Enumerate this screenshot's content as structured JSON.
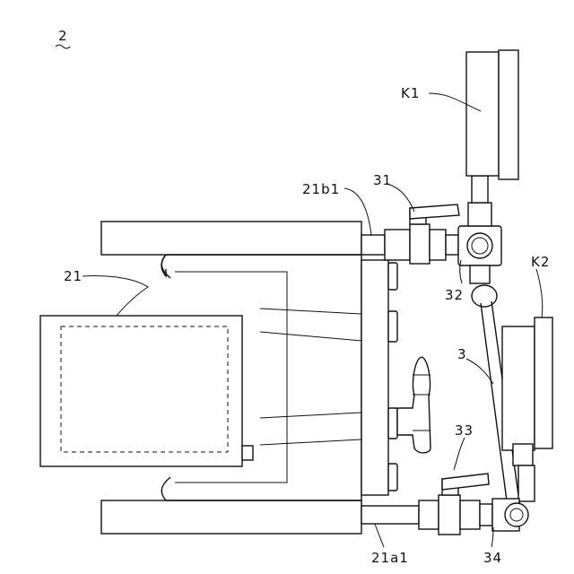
{
  "figure": {
    "number": "2",
    "labels": {
      "k1": "K1",
      "k2": "K2",
      "p21b1": "21b1",
      "p31": "31",
      "p21": "21",
      "p32": "32",
      "p3": "3",
      "p33": "33",
      "p21a1": "21a1",
      "p34": "34"
    }
  }
}
